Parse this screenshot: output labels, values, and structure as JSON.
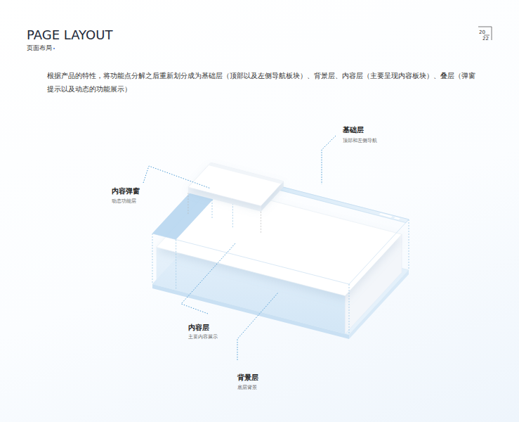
{
  "diagram": {
    "title": "PAGE LAYOUT",
    "labels": [
      "页面布局",
      "20",
      "22",
      "根据产品的特性，将功能点分解之后重新划分成为基础层（顶部以及左侧导航板块）、背景层、内容层（主要呈现内容板块）、叠层（弹窗提示以及动态的功能展示）",
      "基础层",
      "顶部和左侧导航",
      "内容弹窗",
      "动态功能层",
      "内容层",
      "主要内容展示",
      "背景层",
      "底层背景"
    ]
  }
}
